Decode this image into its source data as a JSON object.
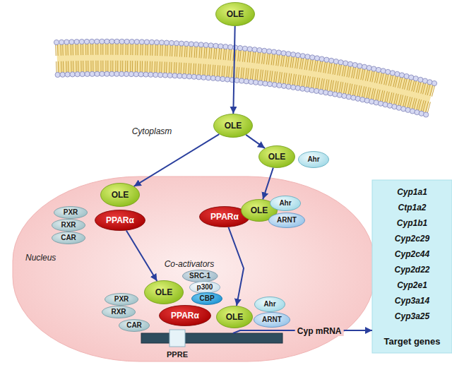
{
  "diagram": {
    "nodes": [
      {
        "text": [
          "OLE"
        ]
      },
      {
        "text": [
          "OLE"
        ]
      },
      {
        "text": [
          "OLE"
        ]
      },
      {
        "text": [
          "Ahr"
        ]
      },
      {
        "text": [
          "Nucleus"
        ]
      },
      {
        "text": [
          "OLE"
        ],
        "in": 4
      },
      {
        "text": [
          "PXR"
        ],
        "in": 4
      },
      {
        "text": [
          "RXR"
        ],
        "in": 4
      },
      {
        "text": [
          "CAR"
        ],
        "in": 4
      },
      {
        "text": [
          "PPARα"
        ],
        "in": 4
      },
      {
        "text": [
          "PPARα"
        ],
        "in": 4
      },
      {
        "text": [
          "OLE"
        ],
        "in": 4
      },
      {
        "text": [
          "Ahr"
        ],
        "in": 4
      },
      {
        "text": [
          "ARNT"
        ],
        "in": 4
      },
      {
        "text": [
          "SRC-1"
        ],
        "in": 4
      },
      {
        "text": [
          "p300"
        ],
        "in": 4
      },
      {
        "text": [
          "CBP"
        ],
        "in": 4
      },
      {
        "text": [
          "OLE"
        ],
        "in": 4
      },
      {
        "text": [
          "PXR"
        ],
        "in": 4
      },
      {
        "text": [
          "RXR"
        ],
        "in": 4
      },
      {
        "text": [
          "CAR"
        ],
        "in": 4
      },
      {
        "text": [
          "PPARα"
        ],
        "in": 4
      },
      {
        "text": [
          "OLE"
        ],
        "in": 4
      },
      {
        "text": [
          "Ahr"
        ],
        "in": 4
      },
      {
        "text": [
          "ARNT"
        ],
        "in": 4
      },
      {
        "text": [
          "PPRE"
        ],
        "in": 4
      },
      {
        "text": [
          "Cyp1a1",
          "Ctp1a2",
          "Cyp1b1",
          "Cyp2c29",
          "Cyp2c44",
          "Cyp2d22",
          "Cyp2e1",
          "Cyp3a14",
          "Cyp3a25",
          "Target genes"
        ]
      }
    ],
    "edges": [
      {
        "from": 0,
        "to": 1,
        "arrow": "to"
      },
      {
        "from": 1,
        "to": 5,
        "arrow": "to"
      },
      {
        "from": 1,
        "to": 2,
        "arrow": "to"
      },
      {
        "from": 2,
        "to": 11,
        "arrow": "to"
      },
      {
        "from": 9,
        "to": 17,
        "arrow": "to"
      },
      {
        "from": 10,
        "to": 22,
        "arrow": "to"
      },
      {
        "from": 25,
        "to": 26,
        "label": "Cyp mRNA",
        "arrow": "to"
      }
    ],
    "labels": [
      "Cytoplasm",
      "Co-activators"
    ]
  }
}
